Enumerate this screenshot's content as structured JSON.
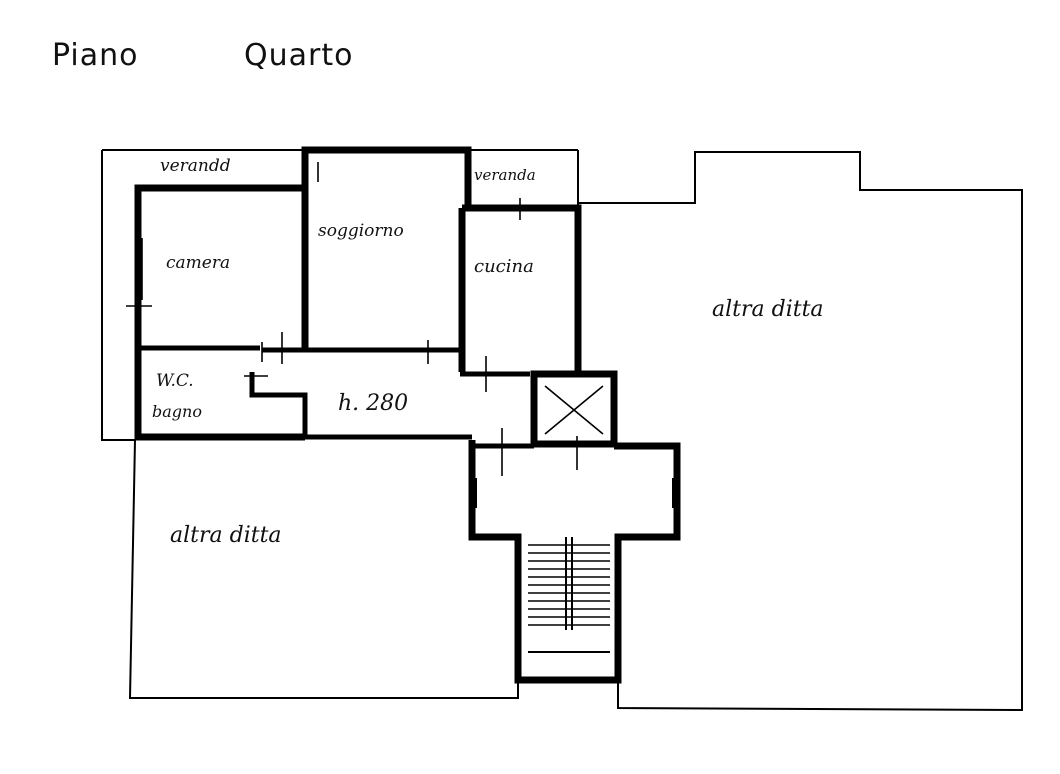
{
  "title": {
    "floor": "Piano",
    "level": "Quarto"
  },
  "rooms": {
    "veranda_left": "verandd",
    "veranda_right": "veranda",
    "camera": "camera",
    "soggiorno": "soggiorno",
    "cucina": "cucina",
    "wc": "W.C.",
    "bagno": "bagno",
    "height": "h. 280",
    "other_right": "altra ditta",
    "other_left": "altra ditta"
  },
  "colors": {
    "ink": "#000000",
    "paper": "#ffffff"
  }
}
